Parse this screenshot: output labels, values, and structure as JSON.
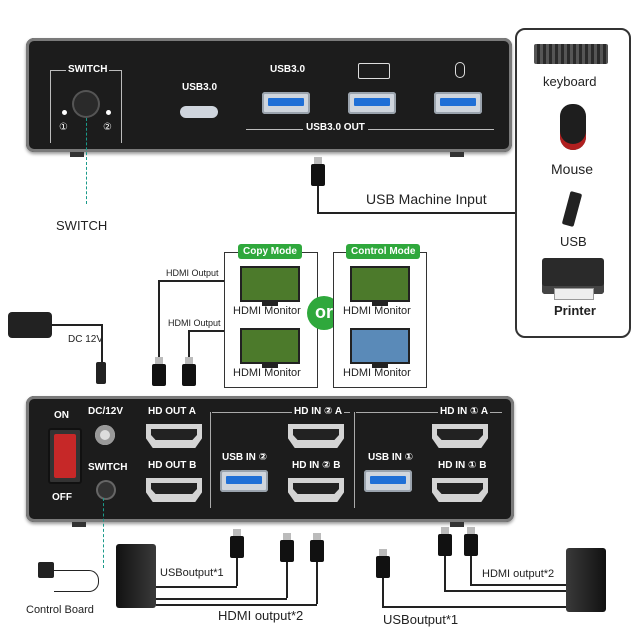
{
  "top_panel": {
    "switch_label": "SWITCH",
    "port1_mark": "①",
    "port2_mark": "②",
    "usb_c_label": "USB3.0",
    "usb_a_label": "USB3.0",
    "usb_out_label": "USB3.0 OUT"
  },
  "devices": {
    "keyboard": "keyboard",
    "mouse": "Mouse",
    "usb": "USB",
    "printer": "Printer"
  },
  "usb_machine_input": "USB Machine Input",
  "switch_callout": "SWITCH",
  "modes": {
    "copy_tag": "Copy Mode",
    "control_tag": "Control Mode",
    "monitor_label": "HDMI Monitor",
    "or_text": "or"
  },
  "hdmi_output_label": "HDMI Output",
  "dc_label": "DC 12V",
  "bottom_panel": {
    "on": "ON",
    "off": "OFF",
    "dc": "DC/12V",
    "switch": "SWITCH",
    "hd_out_a": "HD OUT A",
    "hd_out_b": "HD OUT B",
    "hd_in2_a": "HD IN ② A",
    "hd_in2_b": "HD IN ② B",
    "usb_in2": "USB IN ②",
    "hd_in1_a": "HD IN ① A",
    "hd_in1_b": "HD IN ① B",
    "usb_in1": "USB IN ①"
  },
  "bottom_labels": {
    "control_board": "Control Board",
    "usb_output_left": "USBoutput*1",
    "hdmi_output_left": "HDMI output*2",
    "usb_output_right": "USBoutput*1",
    "hdmi_output_right": "HDMI output*2"
  },
  "colors": {
    "accent_green": "#2fa83c",
    "usb_blue": "#1f6fd6",
    "panel_dark": "#1c1c1c"
  }
}
